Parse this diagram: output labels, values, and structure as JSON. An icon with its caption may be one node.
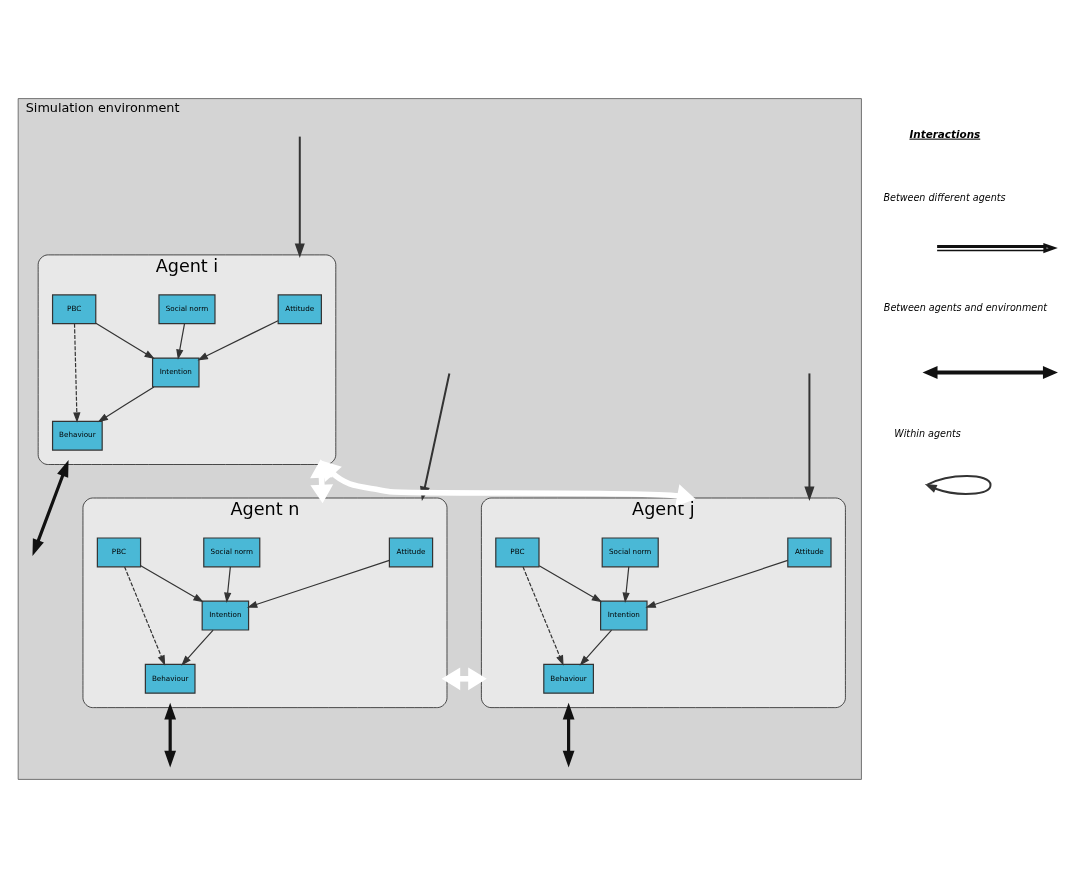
{
  "diagram": {
    "nodes": [
      {
        "text": [
          "Simulation environment"
        ]
      },
      {
        "text": [
          "Agent i"
        ],
        "in": 0
      },
      {
        "text": [
          "Attitude"
        ],
        "in": 1
      },
      {
        "text": [
          "Social norm"
        ],
        "in": 1
      },
      {
        "text": [
          "Intention"
        ],
        "in": 1
      },
      {
        "text": [
          "Behaviour"
        ],
        "in": 1
      },
      {
        "text": [
          "PBC"
        ],
        "in": 1
      },
      {
        "text": [
          "Agent j"
        ],
        "in": 0
      },
      {
        "text": [
          "Attitude"
        ],
        "in": 7
      },
      {
        "text": [
          "Social norm"
        ],
        "in": 7
      },
      {
        "text": [
          "Intention"
        ],
        "in": 7
      },
      {
        "text": [
          "Behaviour"
        ],
        "in": 7
      },
      {
        "text": [
          "PBC"
        ],
        "in": 7
      },
      {
        "text": [
          "Agent n"
        ],
        "in": 0
      },
      {
        "text": [
          "Attitude"
        ],
        "in": 13
      },
      {
        "text": [
          "Social norm"
        ],
        "in": 13
      },
      {
        "text": [
          "Intention"
        ],
        "in": 13
      },
      {
        "text": [
          "Behaviour"
        ],
        "in": 13
      },
      {
        "text": [
          "PBC"
        ],
        "in": 13
      }
    ],
    "edges": [
      {
        "from": 2,
        "to": 4,
        "arrow": "to"
      },
      {
        "from": 3,
        "to": 4,
        "arrow": "to"
      },
      {
        "from": 6,
        "to": 4,
        "arrow": "to"
      },
      {
        "from": 4,
        "to": 5,
        "arrow": "to"
      },
      {
        "from": 6,
        "to": 5,
        "arrow": "to",
        "style": "dashed"
      },
      {
        "from": 8,
        "to": 10,
        "arrow": "to"
      },
      {
        "from": 9,
        "to": 10,
        "arrow": "to"
      },
      {
        "from": 12,
        "to": 10,
        "arrow": "to"
      },
      {
        "from": 10,
        "to": 11,
        "arrow": "to"
      },
      {
        "from": 12,
        "to": 11,
        "arrow": "to",
        "style": "dashed"
      },
      {
        "from": 14,
        "to": 16,
        "arrow": "to"
      },
      {
        "from": 15,
        "to": 16,
        "arrow": "to"
      },
      {
        "from": 18,
        "to": 16,
        "arrow": "to"
      },
      {
        "from": 16,
        "to": 17,
        "arrow": "to"
      },
      {
        "from": 18,
        "to": 17,
        "arrow": "to",
        "style": "dashed"
      },
      {
        "from": null,
        "to": 1,
        "arrow": "to"
      },
      {
        "from": null,
        "to": 7,
        "arrow": "to"
      },
      {
        "from": null,
        "to": 13,
        "arrow": "to"
      },
      {
        "from": 1,
        "to": 7,
        "arrow": "both",
        "style": "thick",
        "color": "#ffffff"
      },
      {
        "from": 1,
        "to": 13,
        "arrow": "both",
        "style": "thick",
        "color": "#ffffff"
      },
      {
        "from": 7,
        "to": 13,
        "arrow": "both",
        "style": "thick",
        "color": "#ffffff"
      },
      {
        "from": 1,
        "to": null,
        "arrow": "both",
        "style": "thick"
      },
      {
        "from": 7,
        "to": null,
        "arrow": "both",
        "style": "thick"
      },
      {
        "from": 13,
        "to": null,
        "arrow": "both",
        "style": "thick"
      }
    ],
    "labels": [
      "Interactions"
    ],
    "legend": [
      {
        "text": "Between different agents"
      },
      {
        "text": "Between agents and environment"
      },
      {
        "text": "Within agents"
      }
    ]
  }
}
